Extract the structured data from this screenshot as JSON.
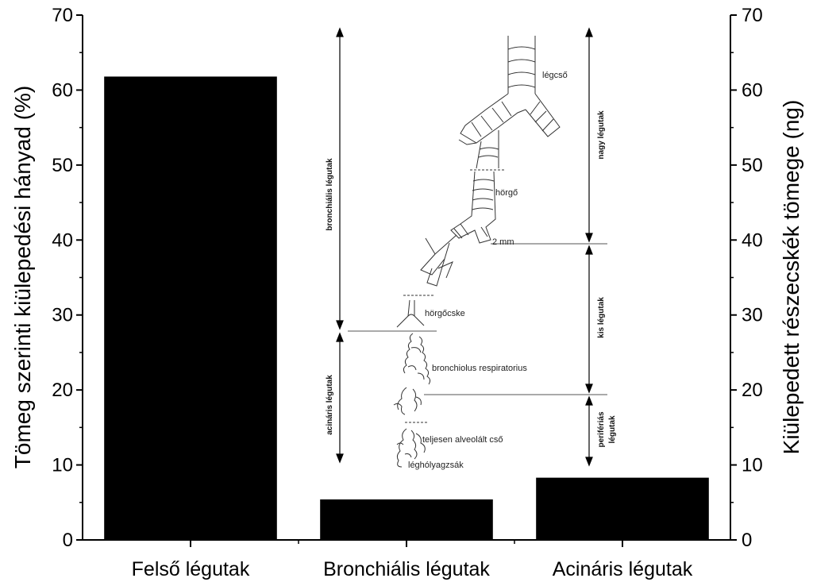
{
  "chart_data": {
    "type": "bar",
    "categories": [
      "Felső légutak",
      "Bronchiális légutak",
      "Acináris légutak"
    ],
    "values": [
      61.8,
      5.4,
      8.3
    ],
    "ylabel": "Tömeg szerinti kiülepedési hányad (%)",
    "y2label": "Kiülepedett részecskék tömege (ng)",
    "ylim": [
      0,
      70
    ],
    "y2lim": [
      0,
      70
    ],
    "yticks": [
      "0",
      "10",
      "20",
      "30",
      "40",
      "50",
      "60",
      "70"
    ],
    "y2ticks": [
      "0",
      "10",
      "20",
      "30",
      "40",
      "50",
      "60",
      "70"
    ],
    "bar_color": "#000000",
    "grid": false,
    "inset_diagram": {
      "labels": {
        "trachea": "légcső",
        "bronchus": "hörgő",
        "two_mm": "2 mm",
        "bronchiole": "hörgőcske",
        "resp_bronchiole": "bronchiolus respiratorius",
        "alveolar_duct": "teljesen alveolált cső",
        "alveolar_sac": "léghólyagzsák"
      },
      "left_brackets": {
        "bronchial": "bronchiális légutak",
        "acinar": "acináris légutak"
      },
      "right_brackets": {
        "large": "nagy légutak",
        "small": "kis légutak",
        "peripheral_1": "perifériás",
        "peripheral_2": "légutak"
      }
    }
  }
}
